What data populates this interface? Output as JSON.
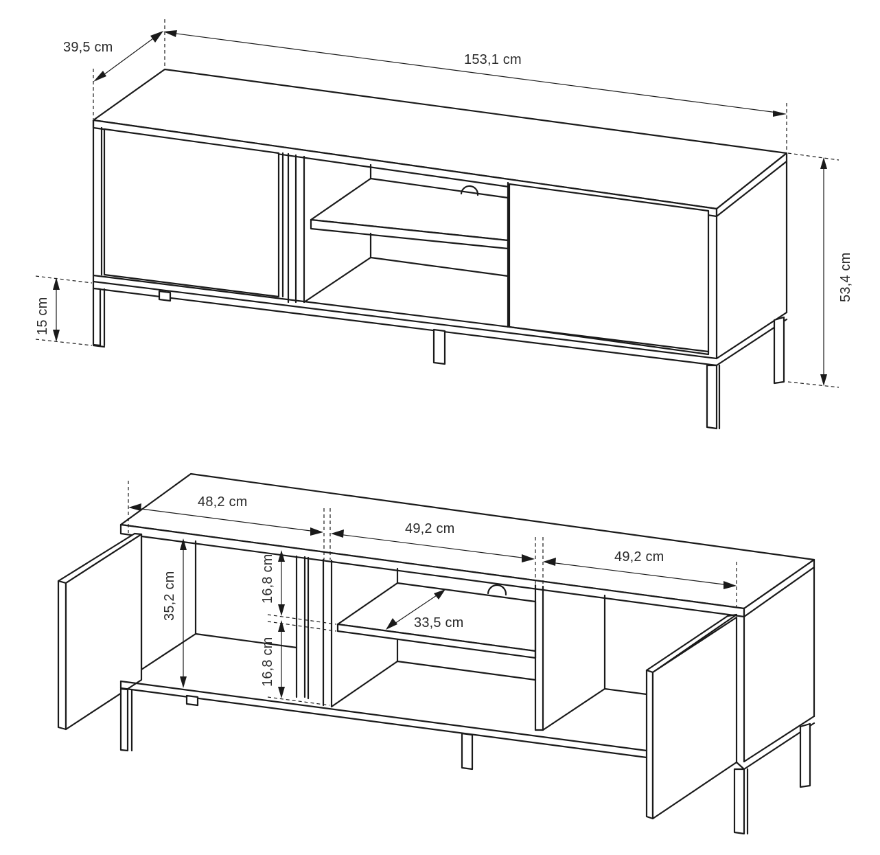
{
  "figure": {
    "views": [
      {
        "id": "closed-view",
        "description": "TV stand with doors closed",
        "dimensions": {
          "depth": "39,5 cm",
          "width": "153,1 cm",
          "height": "53,4 cm",
          "leg_height": "15 cm"
        }
      },
      {
        "id": "open-view",
        "description": "TV stand with doors open, interior dimensions",
        "dimensions": {
          "left_compartment_width": "48,2 cm",
          "middle_compartment_width": "49,2 cm",
          "right_compartment_width": "49,2 cm",
          "interior_height": "35,2 cm",
          "upper_shelf_gap": "16,8 cm",
          "lower_shelf_gap": "16,8 cm",
          "shelf_depth": "33,5 cm"
        }
      }
    ],
    "colors": {
      "line": "#1a1a1a",
      "text": "#2a2a2a",
      "background": "#ffffff"
    }
  }
}
